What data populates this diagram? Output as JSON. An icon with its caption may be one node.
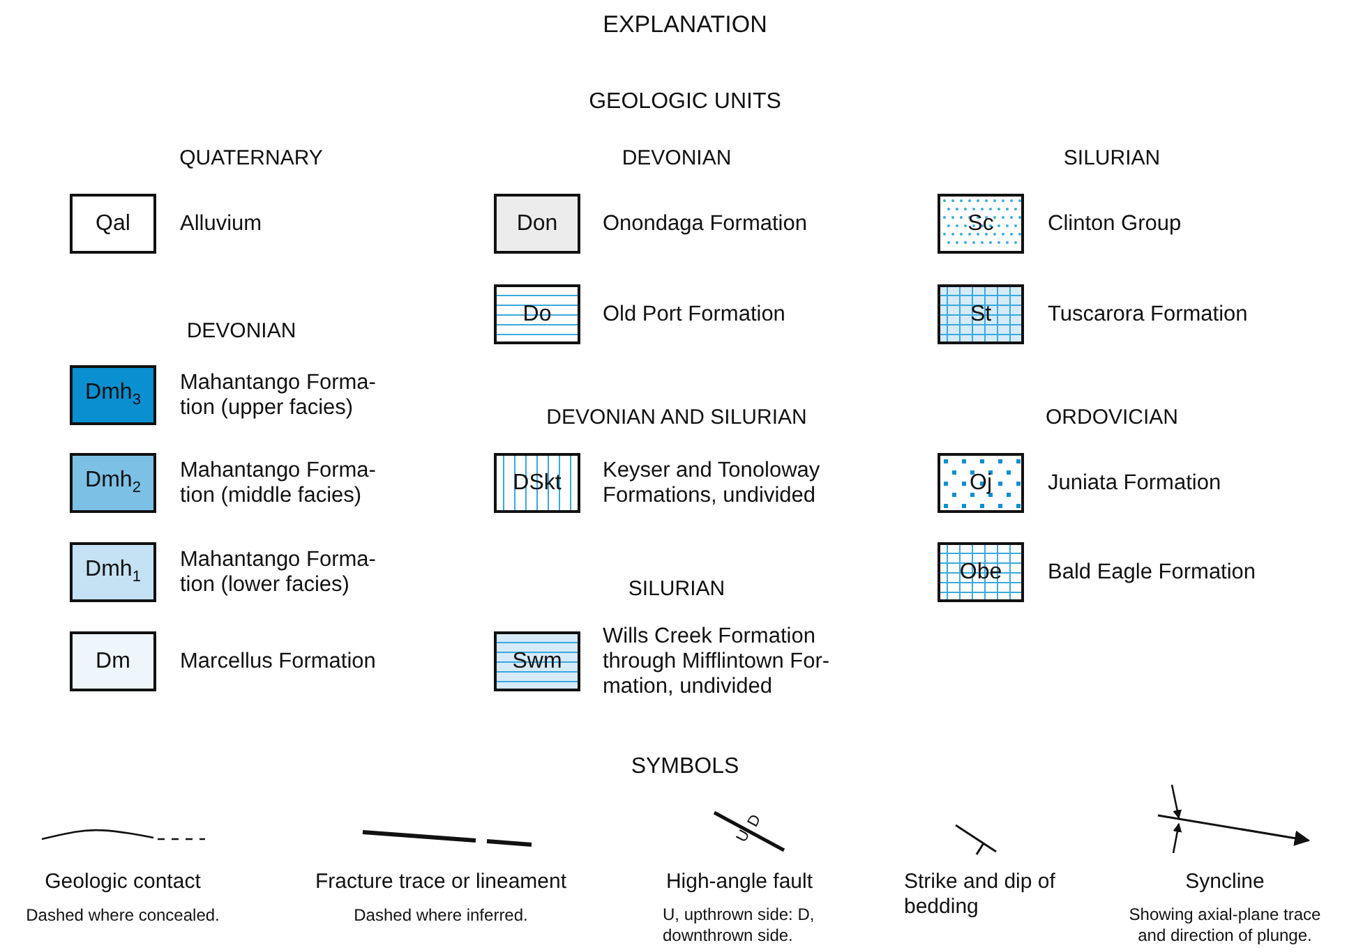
{
  "diagram": {
    "title": "EXPLANATION",
    "nodes": [
      {
        "text": [
          "Qal"
        ],
        "beside": [
          "Alluvium"
        ]
      },
      {
        "text": [
          "Dmh$_{3}$"
        ],
        "beside": [
          "Mahantango Forma- tion (upper facies)"
        ]
      },
      {
        "text": [
          "Dmh$_{2}$"
        ],
        "beside": [
          "Mahantango Forma- tion (middle facies)"
        ]
      },
      {
        "text": [
          "Dmh$_{1}$"
        ],
        "beside": [
          "Mahantango Forma- tion (lower facies)"
        ]
      },
      {
        "text": [
          "Dm"
        ],
        "beside": [
          "Marcellus Formation"
        ]
      },
      {
        "text": [
          "Don"
        ],
        "beside": [
          "Onondaga Formation"
        ]
      },
      {
        "text": [
          "Do"
        ],
        "beside": [
          "Old Port Formation"
        ]
      },
      {
        "text": [
          "DSkt"
        ],
        "beside": [
          "Keyser and Tonoloway Formations, undivided"
        ]
      },
      {
        "text": [
          "Swm"
        ],
        "beside": [
          "Wills Creek Formation through Mifflintown For- mation, undivided"
        ]
      },
      {
        "text": [
          "Sc"
        ],
        "beside": [
          "Clinton Group"
        ]
      },
      {
        "text": [
          "St"
        ],
        "beside": [
          "Tuscarora Formation"
        ]
      },
      {
        "text": [
          "Oj"
        ],
        "beside": [
          "Juniata Formation"
        ]
      },
      {
        "text": [
          "Obe"
        ],
        "beside": [
          "Bald Eagle Formation"
        ]
      }
    ],
    "labels": [
      "GEOLOGIC UNITS",
      "QUATERNARY",
      "DEVONIAN",
      "SILURIAN",
      "DEVONIAN",
      "DEVONIAN AND SILURIAN",
      "ORDOVICIAN",
      "SILURIAN",
      "SYMBOLS",
      "U",
      "D",
      "Geologic contact",
      "Dashed where concealed.",
      "Fracture trace or lineament",
      "Dashed where inferred.",
      "High-angle fault",
      "U, upthrown side: D, downthrown side.",
      "Strike and dip of bedding",
      "Syncline",
      "Showing axial-plane trace and direction of plunge."
    ]
  }
}
